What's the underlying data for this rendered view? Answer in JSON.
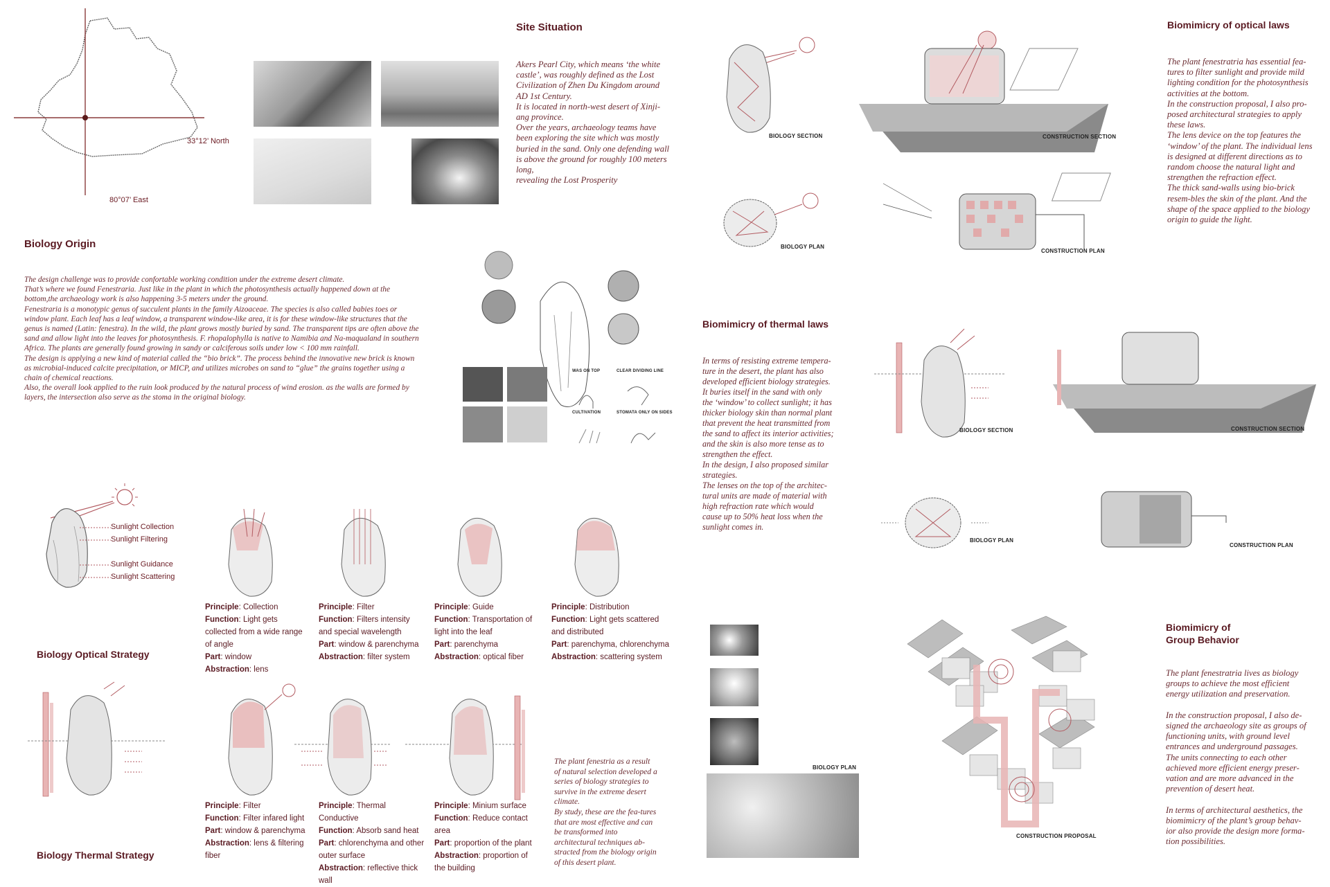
{
  "site": {
    "title": "Site Situation",
    "north_label": "33°12’ North",
    "east_label": "80°07’ East",
    "text": "Akers Pearl City, which means ‘the white castle’, was roughly defined as the Lost Civilization of Zhen Du Kingdom around AD 1st Century.\nIt is located in north-west desert of Xinji-ang province.\nOver the years, archaeology teams have been exploring the site which was mostly buried in the sand. Only one defending wall is above the ground for roughly 100 meters long,\nrevealing the Lost Prosperity"
  },
  "origin": {
    "title": "Biology Origin",
    "text": "The design challenge was to provide confortable working condition under the extreme desert climate.\nThat’s where we found Fenestraria. Just like in the plant in which the photosynthesis actually happened down at the bottom,the archaeology work is also happening 3-5 meters under the ground.\nFenestraria is a monotypic genus of succulent plants in the family Aizoaceae. The species is also called babies toes or window plant. Each leaf has a leaf window, a transparent window-like area, it is for these window-like structures that the genus is named (Latin: fenestra). In the wild, the plant grows mostly buried by sand. The transparent tips are often above the sand and allow light into the leaves for photosynthesis. F. rhopalophylla is native to Namibia and Na-maqualand in southern Africa. The plants are generally found growing in sandy or calciferous soils under low < 100 mm rainfall.\nThe design is applying a new kind of material called the “bio brick”. The process behind the innovative new brick is known as microbial-induced calcite precipitation, or MICP, and utilizes microbes on sand to “glue” the grains together using a chain of chemical reactions.\nAlso, the overall look applied to the ruin look produced by the natural process of wind erosion. as the walls are formed by layers, the intersection also serve as the stoma in the original biology.",
    "sketch_labels": [
      "WAS ON TOP",
      "CLEAR DIVIDING LINE",
      "CULTIVATION",
      "STOMATA ONLY ON SIDES"
    ]
  },
  "optical_strategy": {
    "title": "Biology Optical Strategy",
    "annotations": [
      "Sunlight Collection",
      "Sunlight Filtering",
      "Sunlight Guidance",
      "Sunlight Scattering"
    ],
    "keys": {
      "principle": "Principle",
      "function": "Function",
      "part": "Part",
      "abstraction": "Abstraction"
    },
    "cards": [
      {
        "principle": "Collection",
        "function": "Light gets collected from a wide range of angle",
        "part": "window",
        "abstraction": "lens"
      },
      {
        "principle": "Filter",
        "function": "Filters intensity and special wavelength",
        "part": "window & parenchyma",
        "abstraction": "filter system"
      },
      {
        "principle": "Guide",
        "function": "Transportation of light into the leaf",
        "part": "parenchyma",
        "abstraction": "optical fiber"
      },
      {
        "principle": "Distribution",
        "function": "Light gets scattered and distributed",
        "part": "parenchyma, chlorenchyma",
        "abstraction": "scattering system"
      }
    ]
  },
  "thermal_strategy": {
    "title": "Biology Thermal Strategy",
    "cards": [
      {
        "principle": "Filter",
        "function": "Filter infared light",
        "part": "window & parenchyma",
        "abstraction": "lens & filtering fiber"
      },
      {
        "principle": "Thermal Conductive",
        "function": "Absorb sand heat",
        "part": "chlorenchyma and other outer surface",
        "abstraction": "reflective thick wall"
      },
      {
        "principle": "Minium surface",
        "function": "Reduce contact area",
        "part": "proportion of the plant",
        "abstraction": "proportion of the building"
      }
    ],
    "text": "The plant fenestria as a result of natural selection developed a series of biology strategies to survive in the extreme desert climate.\nBy study, these are the fea-tures that are most effective and can be transformed into architectural techniques ab-stracted from the biology origin of this desert plant."
  },
  "optical_laws": {
    "title": "Biomimicry of optical laws",
    "labels": [
      "BIOLOGY SECTION",
      "CONSTRUCTION SECTION",
      "BIOLOGY PLAN",
      "CONSTRUCTION PLAN"
    ],
    "text": "The plant fenestratria has essential fea-tures to filter sunlight and provide mild lighting condition for the photosynthesis activities at the bottom.\nIn the construction proposal, I also pro-posed architectural strategies to apply these laws.\nThe lens device on the top features the ‘window’ of the plant. The individual lens is designed at different directions as to random choose the natural light and strengthen the refraction effect.\nThe thick sand-walls using bio-brick resem-bles the skin of the plant. And the shape of the space applied to the biology origin to guide the light."
  },
  "thermal_laws": {
    "title": "Biomimicry of thermal laws",
    "labels": [
      "BIOLOGY SECTION",
      "CONSTRUCTION SECTION",
      "BIOLOGY PLAN",
      "CONSTRUCTION PLAN"
    ],
    "text": "In terms of resisting extreme tempera-ture in the desert, the plant has also developed efficient biology strategies.\nIt buries itself in the sand with only the ‘window’ to collect sunlight; it has thicker biology skin than normal plant that prevent the heat transmitted from the sand to affect its interior activities; and the skin is also more tense as to strengthen the effect.\nIn the design, I also proposed similar strategies.\nThe lenses on the top of the architec-tural units are made of material with high refraction rate which would cause up to 50% heat loss when the sunlight comes in."
  },
  "group": {
    "title_line1": "Biomimicry of",
    "title_line2": "Group Behavior",
    "labels": [
      "BIOLOGY PLAN",
      "CONSTRUCTION PROPOSAL"
    ],
    "text": "The plant fenestratria lives as biology groups to achieve the most efficient energy utilization and preservation.\n\nIn the construction proposal, I also de-signed the archaeology site as groups of functioning units, with ground level entrances and underground passages. The units connecting to each other achieved more efficient energy preser-vation and are more advanced in the prevention of desert heat.\n\nIn terms of architectural aesthetics, the biomimicry of the plant’s group behav-ior also provide the design more forma-tion possibilities."
  },
  "colors": {
    "accent": "#b25a60",
    "text": "#5a1a22",
    "pink": "#e8b4b4"
  }
}
